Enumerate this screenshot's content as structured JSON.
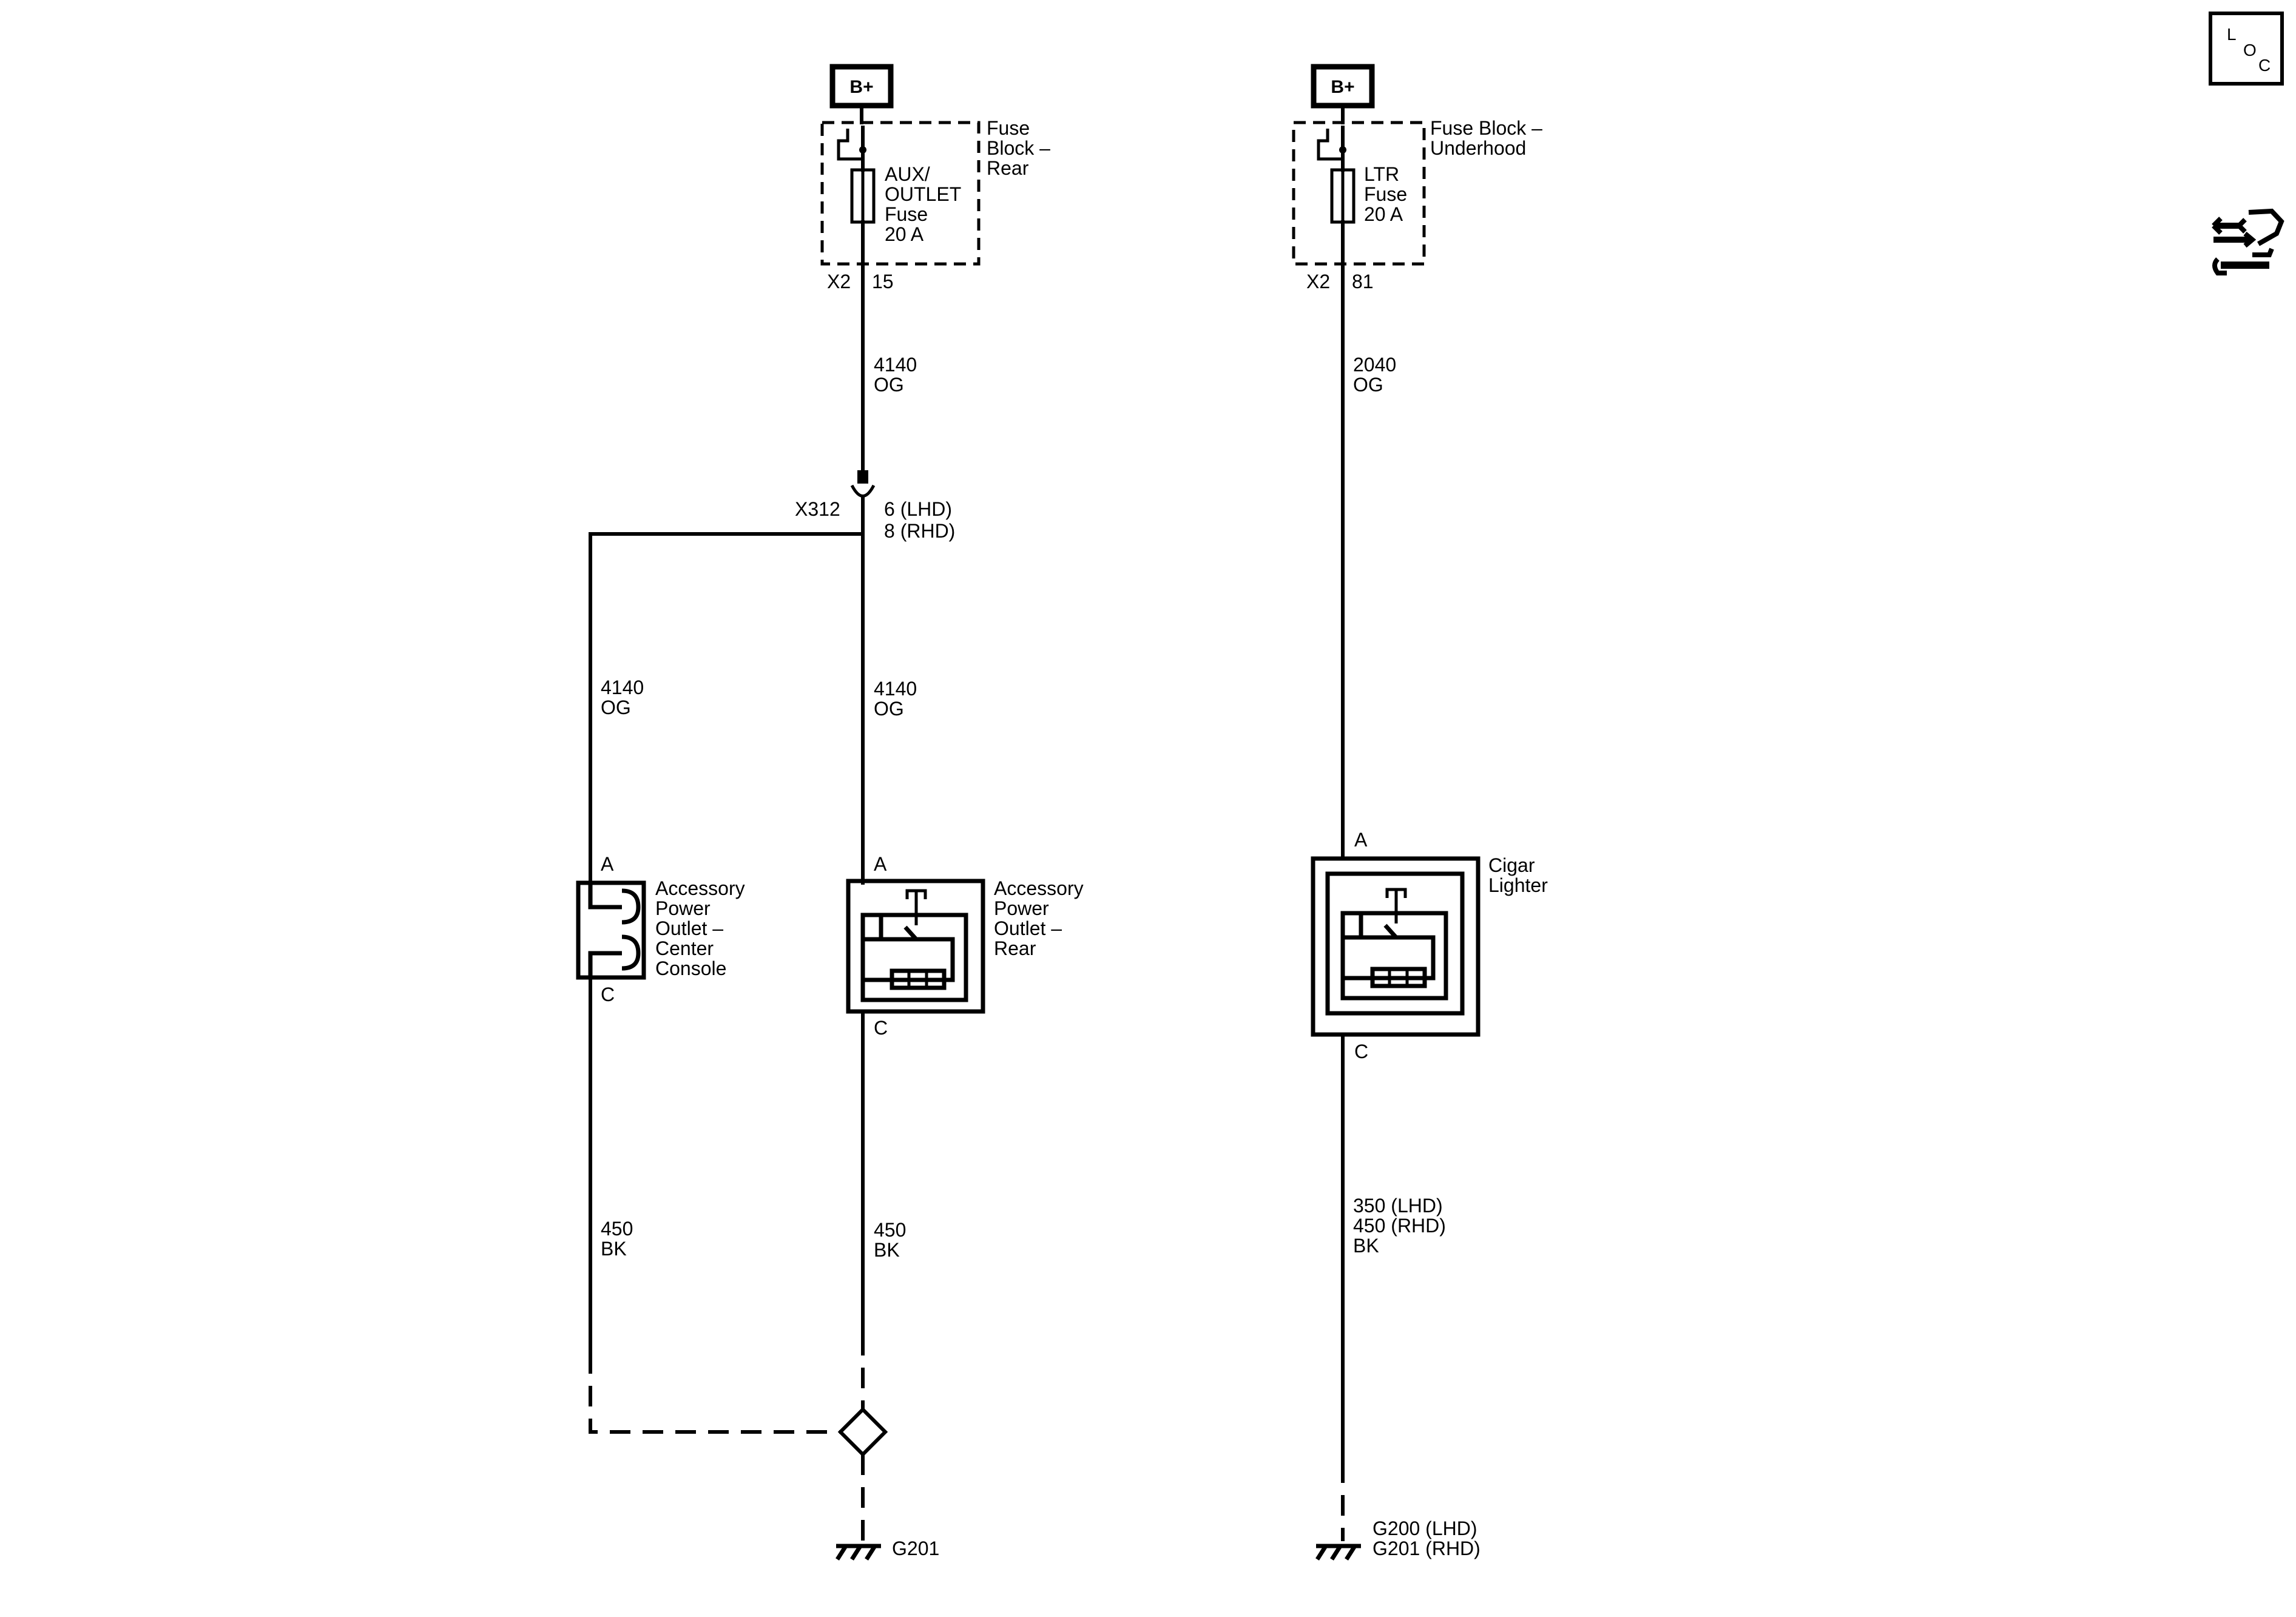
{
  "circuit_left": {
    "power_label": "B+",
    "fuse_block_label": [
      "Fuse",
      "Block –",
      "Rear"
    ],
    "fuse_label": [
      "AUX/",
      "OUTLET",
      "Fuse",
      "20 A"
    ],
    "connector": "X2",
    "pin": "15",
    "wire_top": [
      "4140",
      "OG"
    ],
    "splice_connector": "X312",
    "splice_pins": [
      "6 (LHD)",
      "8 (RHD)"
    ],
    "wire_left_mid": [
      "4140",
      "OG"
    ],
    "wire_right_mid": [
      "4140",
      "OG"
    ],
    "console_outlet": {
      "pin_top": "A",
      "pin_bottom": "C",
      "label": [
        "Accessory",
        "Power",
        "Outlet –",
        "Center",
        "Console"
      ]
    },
    "rear_outlet": {
      "pin_top": "A",
      "pin_bottom": "C",
      "label": [
        "Accessory",
        "Power",
        "Outlet –",
        "Rear"
      ]
    },
    "wire_left_bottom": [
      "450",
      "BK"
    ],
    "wire_right_bottom": [
      "450",
      "BK"
    ],
    "ground": "G201"
  },
  "circuit_right": {
    "power_label": "B+",
    "fuse_block_label": [
      "Fuse Block –",
      "Underhood"
    ],
    "fuse_label": [
      "LTR",
      "Fuse",
      "20 A"
    ],
    "connector": "X2",
    "pin": "81",
    "wire_top": [
      "2040",
      "OG"
    ],
    "cigar_lighter": {
      "pin_top": "A",
      "pin_bottom": "C",
      "label": [
        "Cigar",
        "Lighter"
      ]
    },
    "wire_bottom": [
      "350 (LHD)",
      "450 (RHD)",
      "BK"
    ],
    "ground": [
      "G200 (LHD)",
      "G201 (RHD)"
    ]
  },
  "side_icons": {
    "loc_letters": [
      "L",
      "O",
      "C"
    ],
    "loc_icon": "loc-icon",
    "service_icon": "connector-wrench-icon"
  }
}
